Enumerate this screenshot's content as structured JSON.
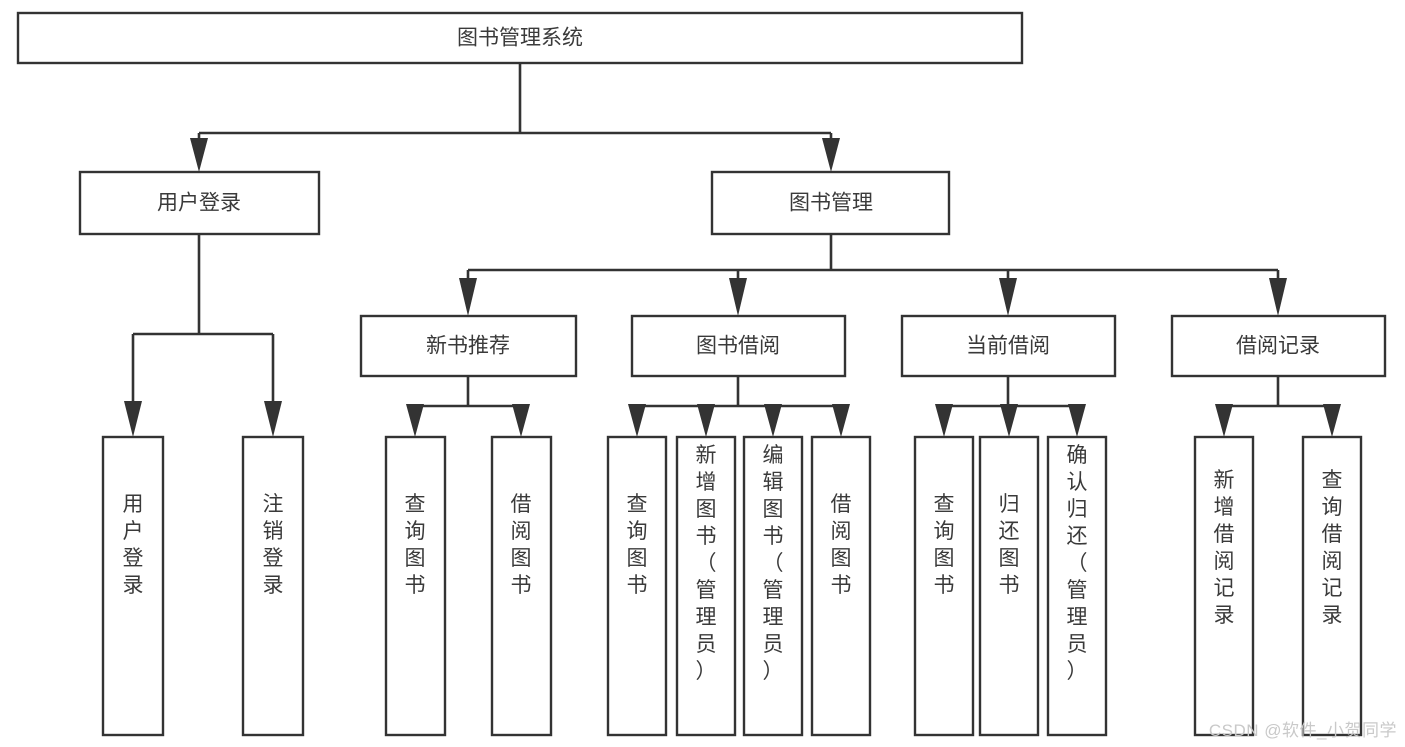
{
  "diagram": {
    "title": "图书管理系统",
    "watermark": "CSDN @软件_小贺同学",
    "type": "tree-hierarchy-functional-decomposition",
    "root": {
      "id": "root",
      "label": "图书管理系统"
    },
    "level2": [
      {
        "id": "user-login",
        "label": "用户登录"
      },
      {
        "id": "book-management",
        "label": "图书管理"
      }
    ],
    "level3": [
      {
        "id": "new-book-recommend",
        "label": "新书推荐",
        "parent": "book-management"
      },
      {
        "id": "book-borrow",
        "label": "图书借阅",
        "parent": "book-management"
      },
      {
        "id": "current-borrow",
        "label": "当前借阅",
        "parent": "book-management"
      },
      {
        "id": "borrow-record",
        "label": "借阅记录",
        "parent": "book-management"
      }
    ],
    "leaves": [
      {
        "id": "leaf-user-login",
        "label": "用户登录",
        "parent": "user-login"
      },
      {
        "id": "leaf-logout-login",
        "label": "注销登录",
        "parent": "user-login"
      },
      {
        "id": "leaf-query-book-1",
        "label": "查询图书",
        "parent": "new-book-recommend"
      },
      {
        "id": "leaf-borrow-book-1",
        "label": "借阅图书",
        "parent": "new-book-recommend"
      },
      {
        "id": "leaf-query-book-2",
        "label": "查询图书",
        "parent": "book-borrow"
      },
      {
        "id": "leaf-add-book",
        "label": "新增图书（管理员）",
        "parent": "book-borrow"
      },
      {
        "id": "leaf-edit-book",
        "label": "编辑图书（管理员）",
        "parent": "book-borrow"
      },
      {
        "id": "leaf-borrow-book-2",
        "label": "借阅图书",
        "parent": "book-borrow"
      },
      {
        "id": "leaf-query-book-3",
        "label": "查询图书",
        "parent": "current-borrow"
      },
      {
        "id": "leaf-return-book",
        "label": "归还图书",
        "parent": "current-borrow"
      },
      {
        "id": "leaf-confirm-return",
        "label": "确认归还（管理员）",
        "parent": "current-borrow"
      },
      {
        "id": "leaf-add-record",
        "label": "新增借阅记录",
        "parent": "borrow-record"
      },
      {
        "id": "leaf-query-record",
        "label": "查询借阅记录",
        "parent": "borrow-record"
      }
    ],
    "colors": {
      "stroke": "#333333",
      "box_fill": "#ffffff",
      "text": "#3a3a3a",
      "background": "#ffffff",
      "watermark": "#c9c9c9"
    }
  }
}
